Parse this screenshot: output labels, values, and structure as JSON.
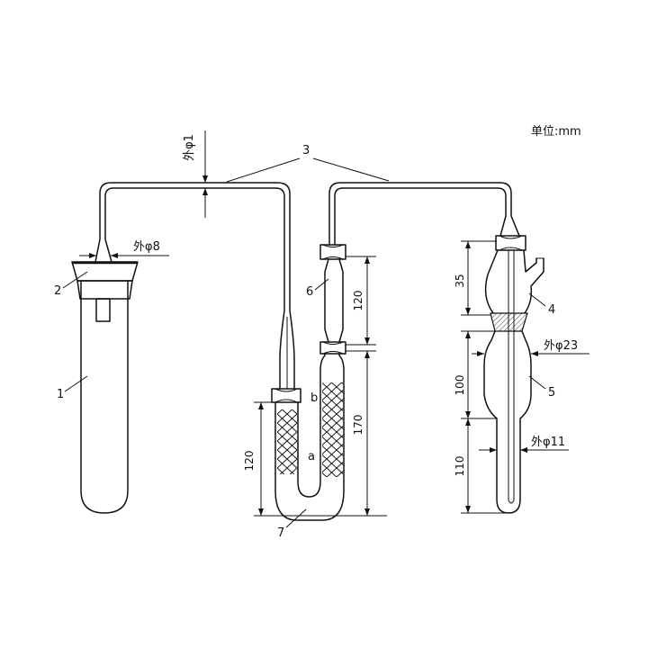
{
  "unit_label": "单位:mm",
  "parts": {
    "p1": "1",
    "p2": "2",
    "p3": "3",
    "p4": "4",
    "p5": "5",
    "p6": "6",
    "p7": "7",
    "a": "a",
    "b": "b"
  },
  "dimensions": {
    "outer_phi_1": "外φ1",
    "outer_phi_8": "外φ8",
    "outer_phi_23": "外φ23",
    "outer_phi_11": "外φ11",
    "tube6_length": "120",
    "u_right_length": "170",
    "u_left_length": "120",
    "head_length": "35",
    "bulb_length": "100",
    "stem_length": "110"
  }
}
